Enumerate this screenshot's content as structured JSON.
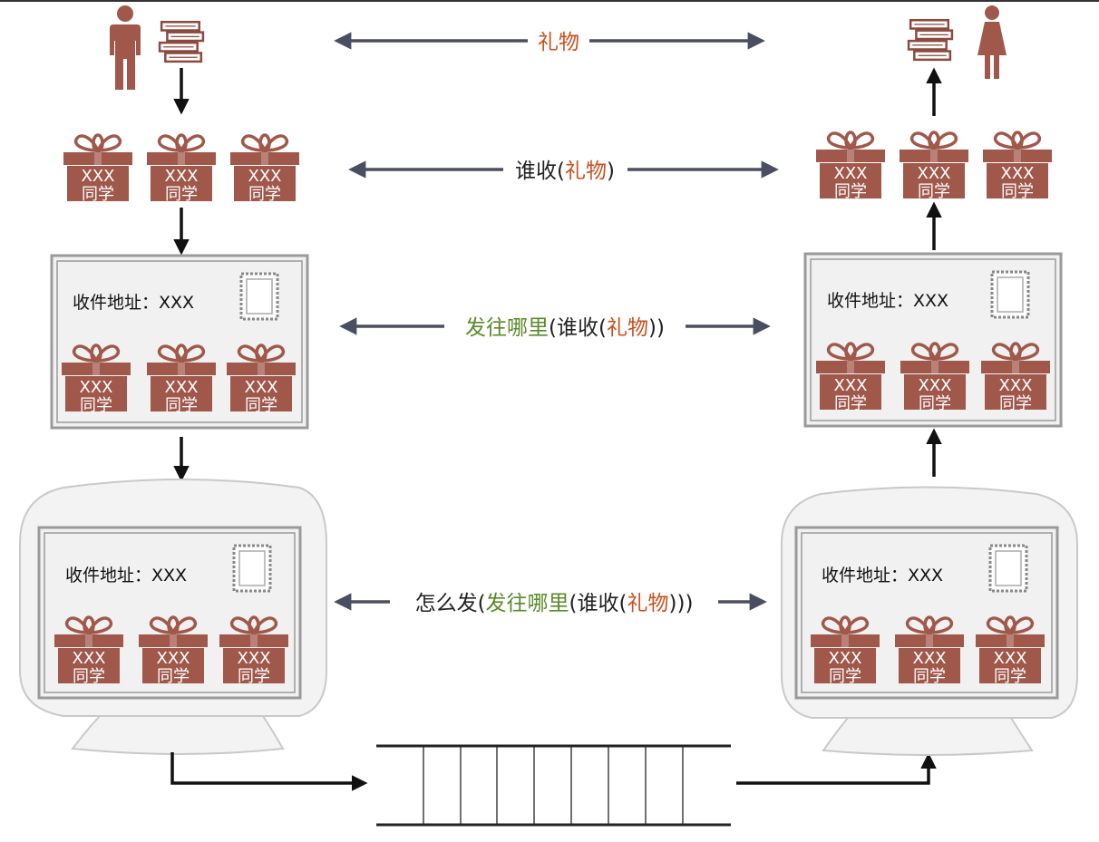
{
  "labels": {
    "gift": "礼物",
    "who_receives_1": "谁收(",
    "who_receives_2": "礼物",
    "who_receives_3": ")",
    "where_1": "发往哪里",
    "where_2": "(谁收(",
    "where_3": "礼物",
    "where_4": "))",
    "how_1": "怎么发(",
    "how_2": "发往哪里",
    "how_3": "(谁收(",
    "how_4": "礼物",
    "how_5": ")))"
  },
  "gift_tag_line1": "XXX",
  "gift_tag_line2": "同学",
  "address_text": "收件地址：XXX",
  "colors": {
    "gift": "#a0584b",
    "label_orange": "#c8501e",
    "label_green": "#5a8a2a",
    "label_dark": "#222222",
    "arrow_gray": "#4b4e60",
    "person": "#a0584b",
    "border_gray": "#999999",
    "bg_light": "#f1f1f1"
  },
  "icons": {
    "sender": "person-male-icon",
    "receiver": "person-female-icon",
    "books": "book-stack-icon",
    "stamp": "postage-stamp-icon"
  }
}
